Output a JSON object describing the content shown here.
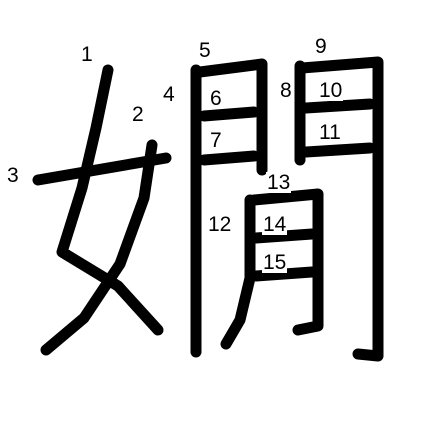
{
  "character": "嫺",
  "stroke_color": "#000000",
  "background_color": "#ffffff",
  "stroke_numbers": [
    "1",
    "2",
    "3",
    "4",
    "5",
    "6",
    "7",
    "8",
    "9",
    "10",
    "11",
    "12",
    "13",
    "14",
    "15"
  ]
}
